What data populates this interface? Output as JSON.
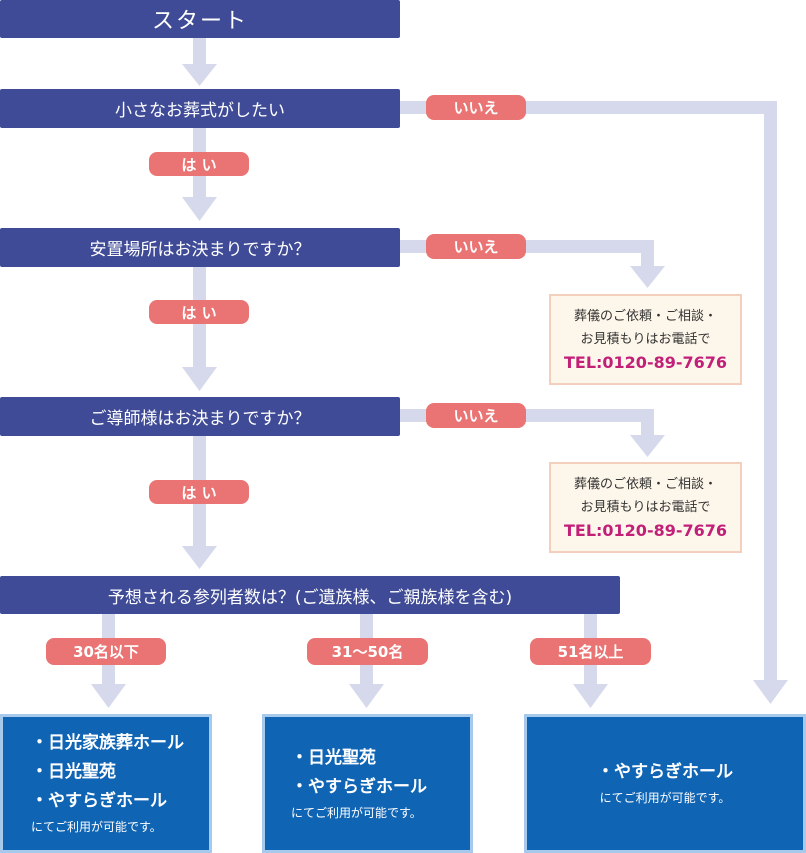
{
  "start": "スタート",
  "questions": {
    "q1": "小さなお葬式がしたい",
    "q2": "安置場所はお決まりですか？",
    "q3": "ご導師様はお決まりですか？",
    "q4": "予想される参列者数は？(ご遺族様、ご親族様を含む)"
  },
  "labels": {
    "yes": "は い",
    "no": "いいえ"
  },
  "contact": {
    "line1": "葬儀のご依頼・ご相談・",
    "line2": "お見積もりはお電話で",
    "tel": "TEL:0120-89-7676"
  },
  "attendance": {
    "a1": "30名以下",
    "a2": "31〜50名",
    "a3": "51名以上"
  },
  "results": {
    "r1": [
      "・日光家族葬ホール",
      "・日光聖苑",
      "・やすらぎホール"
    ],
    "r2": [
      "・日光聖苑",
      "・やすらぎホール"
    ],
    "r3": [
      "・やすらぎホール"
    ],
    "note": "にてご利用が可能です。"
  },
  "colors": {
    "question_bar": "#3f4b96",
    "pill": "#ea7473",
    "connector": "#d6d9ec",
    "result_box": "#0f64b4",
    "tel": "#c21f79"
  }
}
